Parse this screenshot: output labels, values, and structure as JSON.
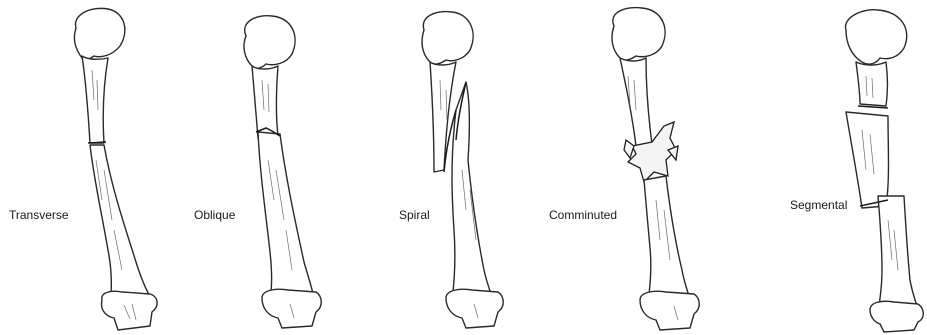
{
  "fracture_types": [
    {
      "id": "transverse",
      "label": "Transverse"
    },
    {
      "id": "oblique",
      "label": "Oblique"
    },
    {
      "id": "spiral",
      "label": "Spiral"
    },
    {
      "id": "comminuted",
      "label": "Comminuted"
    },
    {
      "id": "segmental",
      "label": "Segmental"
    }
  ],
  "colors": {
    "line": "#2a2a2a",
    "paper": "#ffffff"
  }
}
